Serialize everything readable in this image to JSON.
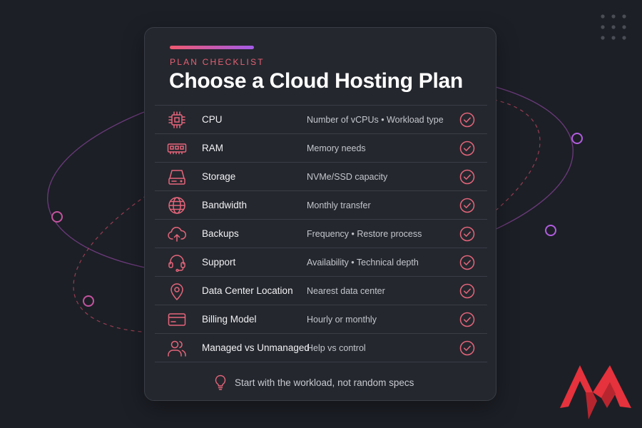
{
  "card": {
    "eyebrow": "PLAN CHECKLIST",
    "title": "Choose a Cloud Hosting Plan",
    "tip": "Start with the workload, not random specs"
  },
  "rows": [
    {
      "name": "CPU",
      "desc": "Number of vCPUs • Workload type",
      "icon": "cpu-icon",
      "checked": true
    },
    {
      "name": "RAM",
      "desc": "Memory needs",
      "icon": "ram-icon",
      "checked": true
    },
    {
      "name": "Storage",
      "desc": "NVMe/SSD capacity",
      "icon": "storage-icon",
      "checked": true
    },
    {
      "name": "Bandwidth",
      "desc": "Monthly transfer",
      "icon": "globe-icon",
      "checked": true
    },
    {
      "name": "Backups",
      "desc": "Frequency • Restore process",
      "icon": "cloud-upload-icon",
      "checked": true
    },
    {
      "name": "Support",
      "desc": "Availability • Technical depth",
      "icon": "headset-icon",
      "checked": true
    },
    {
      "name": "Data Center Location",
      "desc": "Nearest data center",
      "icon": "location-pin-icon",
      "checked": true
    },
    {
      "name": "Billing Model",
      "desc": "Hourly or monthly",
      "icon": "credit-card-icon",
      "checked": true
    },
    {
      "name": "Managed vs Unmanaged",
      "desc": "Help vs control",
      "icon": "users-icon",
      "checked": true
    }
  ],
  "colors": {
    "background": "#1c1f26",
    "card": "#24272e",
    "accent": "#e66173",
    "accent_purple": "#a35be8",
    "logo_red": "#e5323c"
  }
}
